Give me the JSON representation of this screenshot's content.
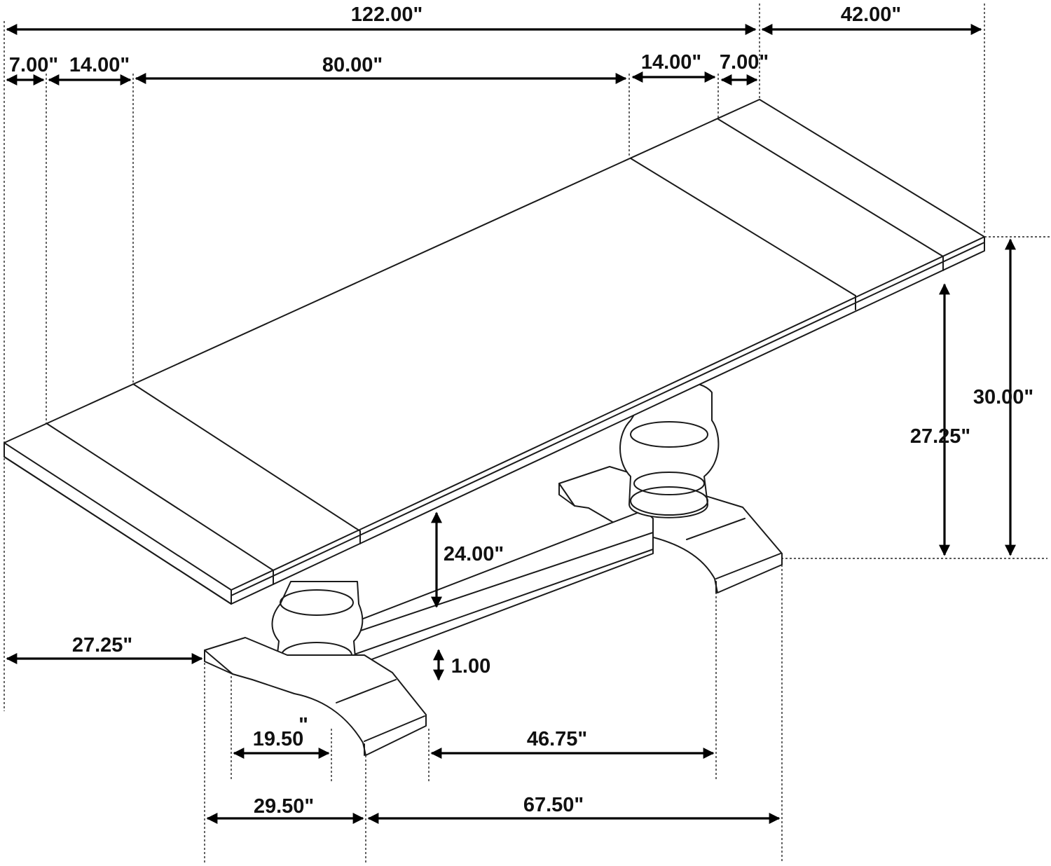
{
  "dimensions": {
    "overall_length": "122.00\"",
    "depth": "42.00\"",
    "left_end": "7.00\"",
    "left_leaf": "14.00\"",
    "center_top": "80.00\"",
    "right_leaf": "14.00\"",
    "right_end": "7.00\"",
    "total_height": "30.00\"",
    "base_to_top": "27.25\"",
    "knee_clearance": "24.00\"",
    "overhang": "27.25\"",
    "stretcher_height": "1.00",
    "foot_inner": "19.50",
    "foot_inner_mark": "\"",
    "between_feet": "46.75\"",
    "foot_width": "29.50\"",
    "base_length": "67.50\""
  }
}
